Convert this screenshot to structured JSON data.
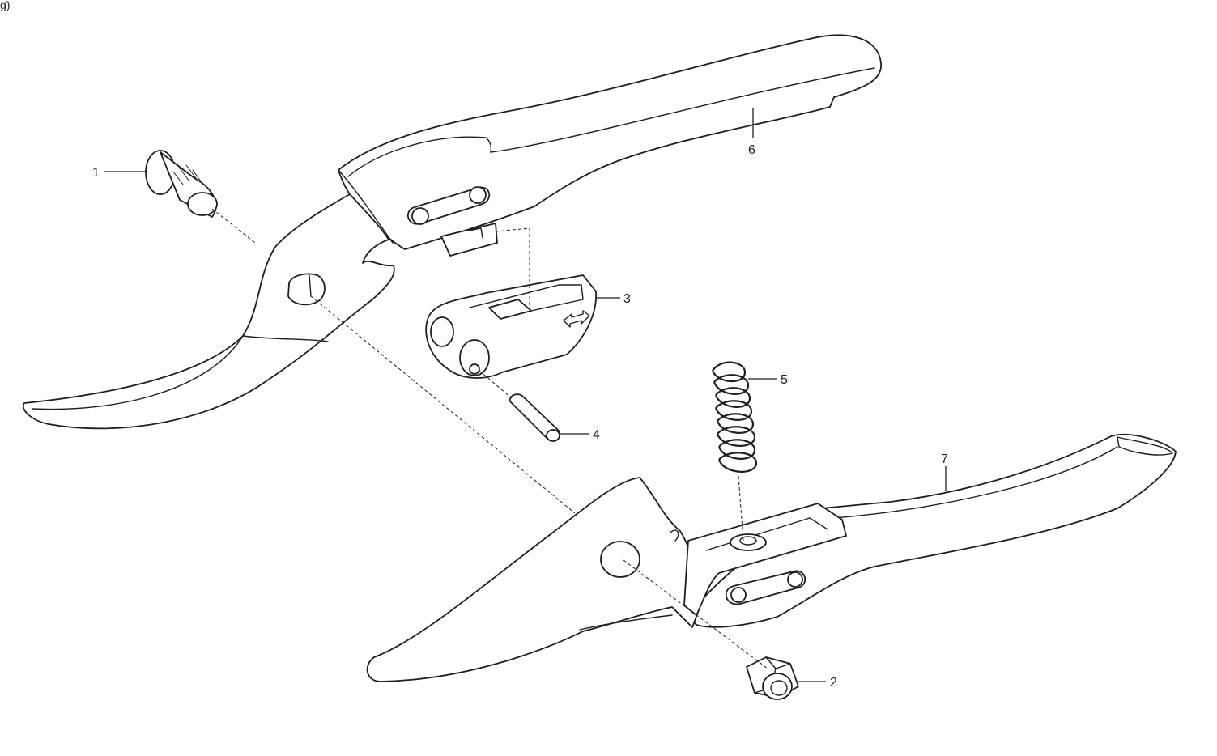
{
  "corner_mark": "g)",
  "callouts": {
    "c1": "1",
    "c2": "2",
    "c3": "3",
    "c4": "4",
    "c5": "5",
    "c6": "6",
    "c7": "7"
  },
  "parts": [
    {
      "number": "1",
      "name": "pivot-bolt"
    },
    {
      "number": "2",
      "name": "hex-nut"
    },
    {
      "number": "3",
      "name": "ratchet-link"
    },
    {
      "number": "4",
      "name": "pin"
    },
    {
      "number": "5",
      "name": "spring"
    },
    {
      "number": "6",
      "name": "upper-handle-blade"
    },
    {
      "number": "7",
      "name": "lower-handle-anvil"
    }
  ]
}
